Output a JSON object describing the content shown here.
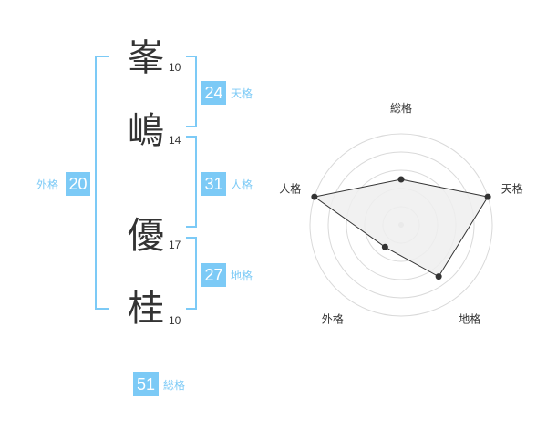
{
  "name": {
    "chars": [
      {
        "char": "峯",
        "strokes": "10"
      },
      {
        "char": "嶋",
        "strokes": "14"
      },
      {
        "char": "優",
        "strokes": "17"
      },
      {
        "char": "桂",
        "strokes": "10"
      }
    ]
  },
  "fortune": {
    "tenkaku": {
      "value": "24",
      "label": "天格"
    },
    "jinkaku": {
      "value": "31",
      "label": "人格"
    },
    "chikaku": {
      "value": "27",
      "label": "地格"
    },
    "gaikaku": {
      "value": "20",
      "label": "外格"
    },
    "soukaku": {
      "value": "51",
      "label": "総格"
    }
  },
  "colors": {
    "accent": "#7ccaf6",
    "text": "#333333",
    "grid": "#d9d9d9",
    "radar_fill": "#eeeeee"
  },
  "chart_data": {
    "type": "radar",
    "axes": [
      "総格",
      "天格",
      "地格",
      "外格",
      "人格"
    ],
    "levels": 5,
    "max": 5,
    "values": [
      2.5,
      5,
      3.5,
      1.5,
      5
    ]
  }
}
